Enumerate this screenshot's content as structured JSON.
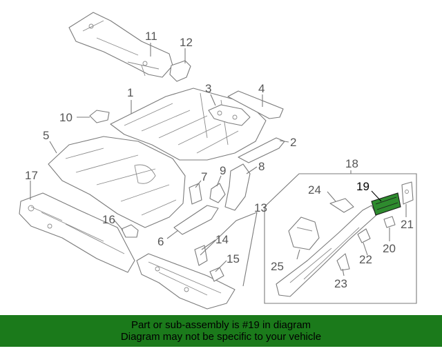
{
  "callouts": {
    "c1": "1",
    "c2": "2",
    "c3": "3",
    "c4": "4",
    "c5": "5",
    "c6": "6",
    "c7": "7",
    "c8": "8",
    "c9": "9",
    "c10": "10",
    "c11": "11",
    "c12": "12",
    "c13": "13",
    "c14": "14",
    "c15": "15",
    "c16": "16",
    "c17": "17",
    "c18": "18",
    "c19": "19",
    "c20": "20",
    "c21": "21",
    "c22": "22",
    "c23": "23",
    "c24": "24",
    "c25": "25"
  },
  "highlight": {
    "part_number": "19",
    "color": "#2e8b2e"
  },
  "banner": {
    "line1": "Part or sub-assembly is #19 in diagram",
    "line2": "Diagram may not be specific to your vehicle",
    "background": "#1b7a1b"
  }
}
